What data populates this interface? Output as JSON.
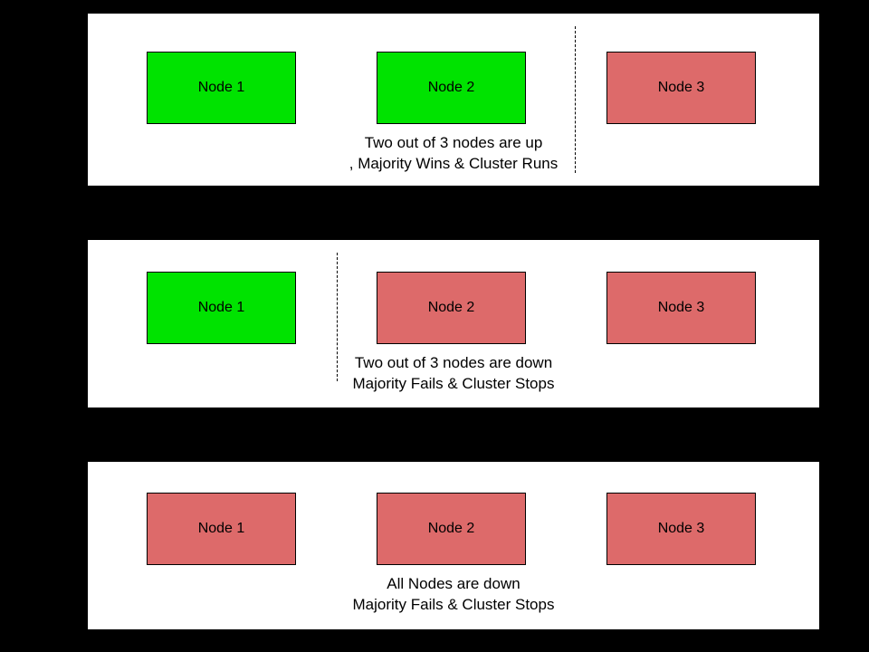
{
  "colors": {
    "background": "#000000",
    "panel": "#ffffff",
    "node_up": "#00e300",
    "node_down": "#dd6a6a",
    "box_border": "#000000"
  },
  "panels": [
    {
      "name": "two-nodes-up",
      "nodes": [
        {
          "label": "Node 1",
          "state": "up",
          "color": "#00e300"
        },
        {
          "label": "Node 2",
          "state": "up",
          "color": "#00e300"
        },
        {
          "label": "Node 3",
          "state": "down",
          "color": "#dd6a6a"
        }
      ],
      "partition_line": "between Node 2 and Node 3",
      "caption": {
        "line1": "Two out of 3 nodes are up",
        "line2": ", Majority Wins & Cluster Runs"
      }
    },
    {
      "name": "two-nodes-down",
      "nodes": [
        {
          "label": "Node 1",
          "state": "up",
          "color": "#00e300"
        },
        {
          "label": "Node 2",
          "state": "down",
          "color": "#dd6a6a"
        },
        {
          "label": "Node 3",
          "state": "down",
          "color": "#dd6a6a"
        }
      ],
      "partition_line": "between Node 1 and Node 2",
      "caption": {
        "line1": "Two out of 3 nodes are down",
        "line2": "Majority Fails & Cluster Stops"
      }
    },
    {
      "name": "all-nodes-down",
      "nodes": [
        {
          "label": "Node 1",
          "state": "down",
          "color": "#dd6a6a"
        },
        {
          "label": "Node 2",
          "state": "down",
          "color": "#dd6a6a"
        },
        {
          "label": "Node 3",
          "state": "down",
          "color": "#dd6a6a"
        }
      ],
      "partition_line": "none",
      "caption": {
        "line1": "All Nodes are down",
        "line2": "Majority Fails & Cluster Stops"
      }
    }
  ]
}
